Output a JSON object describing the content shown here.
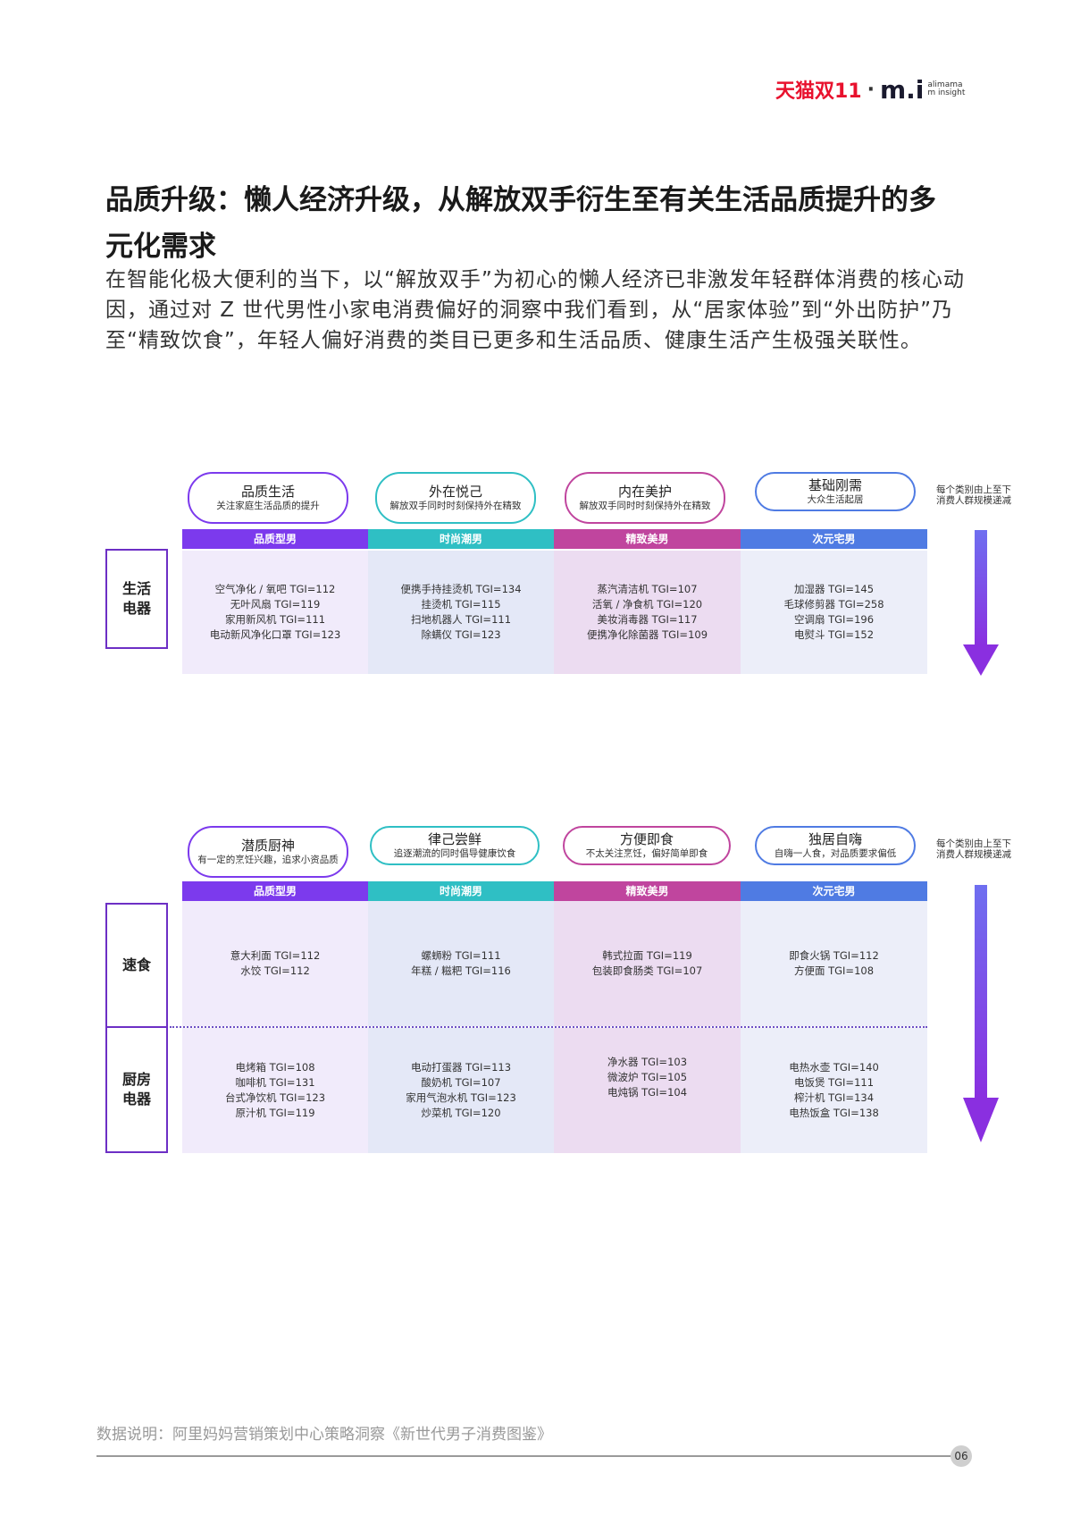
{
  "header": {
    "logo_tmall": "天猫双11",
    "logo_mi": "m.i",
    "logo_sub1": "alimama",
    "logo_sub2": "m insight"
  },
  "title": "品质升级：懒人经济升级，从解放双手衍生至有关生活品质提升的多元化需求",
  "paragraph": "在智能化极大便利的当下，以“解放双手”为初心的懒人经济已非激发年轻群体消费的核心动因，通过对 Z 世代男性小家电消费偏好的洞察中我们看到，从“居家体验”到“外出防护”乃至“精致饮食”，年轻人偏好消费的类目已更多和生活品质、健康生活产生极强关联性。",
  "colors": {
    "purple": "#7c3aed",
    "teal": "#2fbfc4",
    "magenta": "#c0459e",
    "blue": "#4f7be3",
    "arrow": "#7b35e0"
  },
  "segments": [
    "品质型男",
    "时尚潮男",
    "精致美男",
    "次元宅男"
  ],
  "seg_note": "每个类别由上至下消费人群规模递减",
  "section1": {
    "tags": [
      {
        "main": "品质生活",
        "sub": "关注家庭生活品质的提升"
      },
      {
        "main": "外在悦己",
        "sub": "解放双手同时时刻保持外在精致"
      },
      {
        "main": "内在美护",
        "sub": "解放双手同时时刻保持外在精致"
      },
      {
        "main": "基础刚需",
        "sub": "大众生活起居"
      }
    ],
    "row_label": "生活电器",
    "cells": [
      [
        "空气净化 / 氧吧 TGI=112",
        "无叶风扇 TGI=119",
        "家用新风机 TGI=111",
        "电动新风净化口罩 TGI=123"
      ],
      [
        "便携手持挂烫机 TGI=134",
        "挂烫机 TGI=115",
        "扫地机器人 TGI=111",
        "除螨仪 TGI=123"
      ],
      [
        "蒸汽清洁机 TGI=107",
        "活氧 / 净食机 TGI=120",
        "美妆消毒器 TGI=117",
        "便携净化除菌器 TGI=109"
      ],
      [
        "加湿器 TGI=145",
        "毛球修剪器 TGI=258",
        "空调扇 TGI=196",
        "电熨斗 TGI=152"
      ]
    ]
  },
  "section2": {
    "tags": [
      {
        "main": "潜质厨神",
        "sub": "有一定的烹饪兴趣，追求小资品质"
      },
      {
        "main": "律己尝鲜",
        "sub": "追逐潮流的同时倡导健康饮食"
      },
      {
        "main": "方便即食",
        "sub": "不太关注烹饪，偏好简单即食"
      },
      {
        "main": "独居自嗨",
        "sub": "自嗨一人食，对品质要求偏低"
      }
    ],
    "row_label_1": "速食",
    "row_label_2": "厨房电器",
    "cells_row1": [
      [
        "意大利面 TGI=112",
        "水饺 TGI=112"
      ],
      [
        "螺蛳粉 TGI=111",
        "年糕 / 糍粑 TGI=116"
      ],
      [
        "韩式拉面 TGI=119",
        "包装即食肠类 TGI=107"
      ],
      [
        "即食火锅 TGI=112",
        "方便面 TGI=108"
      ]
    ],
    "cells_row2": [
      [
        "电烤箱 TGI=108",
        "咖啡机 TGI=131",
        "台式净饮机 TGI=123",
        "原汁机 TGI=119"
      ],
      [
        "电动打蛋器 TGI=113",
        "酸奶机 TGI=107",
        "家用气泡水机 TGI=123",
        "炒菜机 TGI=120"
      ],
      [
        "净水器 TGI=103",
        "微波炉 TGI=105",
        "电炖锅 TGI=104"
      ],
      [
        "电热水壶 TGI=140",
        "电饭煲 TGI=111",
        "榨汁机 TGI=134",
        "电热饭盒 TGI=138"
      ]
    ]
  },
  "footer": {
    "note": "数据说明：阿里妈妈营销策划中心策略洞察《新世代男子消费图鉴》",
    "page": "06"
  }
}
